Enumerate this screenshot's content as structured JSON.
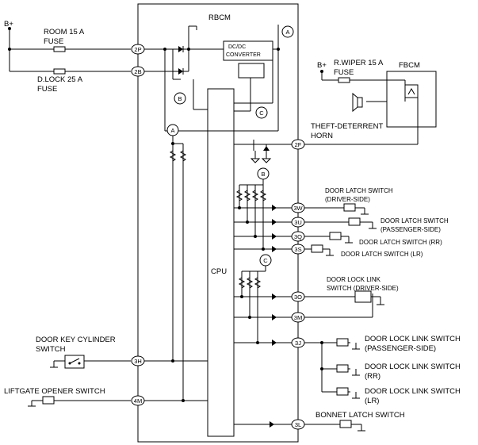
{
  "labels": {
    "rbcm": "RBCM",
    "cpu": "CPU",
    "dcdc_line1": "DC/DC",
    "dcdc_line2": "CONVERTER",
    "fbcm": "FBCM",
    "bplus": "B+",
    "room_fuse_1": "ROOM 15 A",
    "room_fuse_2": "FUSE",
    "dlock_fuse_1": "D.LOCK 25 A",
    "dlock_fuse_2": "FUSE",
    "rwiper_fuse_1": "R.WIPER 15 A",
    "rwiper_fuse_2": "FUSE",
    "horn_1": "THEFT-DETERRENT",
    "horn_2": "HORN",
    "latch_driver_1": "DOOR LATCH SWITCH",
    "latch_driver_2": "(DRIVER-SIDE)",
    "latch_passenger_1": "DOOR LATCH SWITCH",
    "latch_passenger_2": "(PASSENGER-SIDE)",
    "latch_rr": "DOOR LATCH SWITCH (RR)",
    "latch_lr": "DOOR LATCH SWITCH (LR)",
    "link_driver_1": "DOOR LOCK LINK",
    "link_driver_2": "SWITCH (DRIVER-SIDE)",
    "link_passenger_1": "DOOR LOCK LINK SWITCH",
    "link_passenger_2": "(PASSENGER-SIDE)",
    "link_rr_1": "DOOR LOCK LINK SWITCH",
    "link_rr_2": "(RR)",
    "link_lr_1": "DOOR LOCK LINK SWITCH",
    "link_lr_2": "(LR)",
    "bonnet_latch": "BONNET LATCH SWITCH",
    "key_cyl_1": "DOOR KEY CYLINDER",
    "key_cyl_2": "SWITCH",
    "liftgate": "LIFTGATE OPENER SWITCH"
  },
  "pins": {
    "p2P": "2P",
    "p2B": "2B",
    "p2F": "2F",
    "p3W": "3W",
    "p3U": "3U",
    "p3Q": "3Q",
    "p3S": "3S",
    "p3O": "3O",
    "p3M": "3M",
    "p3J": "3J",
    "p3L": "3L",
    "p3H": "3H",
    "p4M": "4M"
  },
  "refs": {
    "a": "A",
    "b": "B",
    "c": "C"
  }
}
